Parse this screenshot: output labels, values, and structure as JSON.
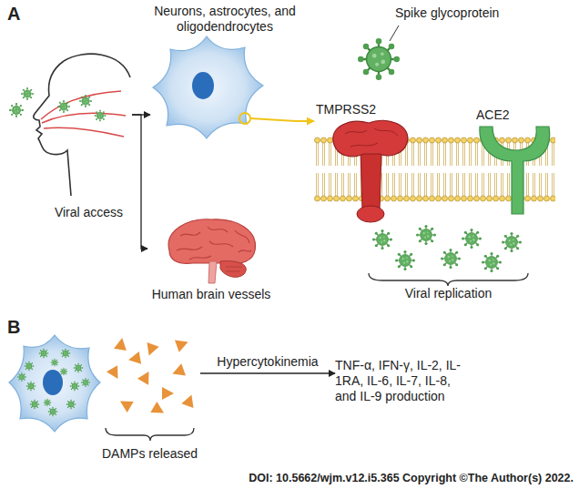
{
  "diagram": {
    "nodes": [
      {
        "text": [
          "Viral access"
        ]
      },
      {
        "text": [
          "Neurons, astrocytes, and oligodendrocytes"
        ]
      },
      {
        "text": [
          "Human brain vessels"
        ]
      },
      {
        "text": [
          "Spike glycoprotein"
        ]
      },
      {
        "text": [
          "TMPRSS2"
        ]
      },
      {
        "text": [
          "ACE2"
        ]
      },
      {
        "text": [
          "Viral replication"
        ]
      },
      {
        "text": [
          "DAMPs released"
        ]
      },
      {
        "text": [
          "TNF-α, IFN-γ, IL-2, IL-1RA, IL-6, IL-7, IL-8, and IL-9 production"
        ]
      }
    ],
    "edges": [
      {
        "from": 0,
        "to": 1,
        "arrow": "to"
      },
      {
        "from": 0,
        "to": 2,
        "arrow": "to"
      },
      {
        "from": 1,
        "to": 4,
        "arrow": "to"
      },
      {
        "from": 7,
        "to": 8,
        "label": "Hypercytokinemia",
        "arrow": "to"
      }
    ],
    "labels": [
      "A",
      "B",
      "DOI: 10.5662/wjm.v12.i5.365 Copyright ©The Author(s) 2022."
    ]
  }
}
